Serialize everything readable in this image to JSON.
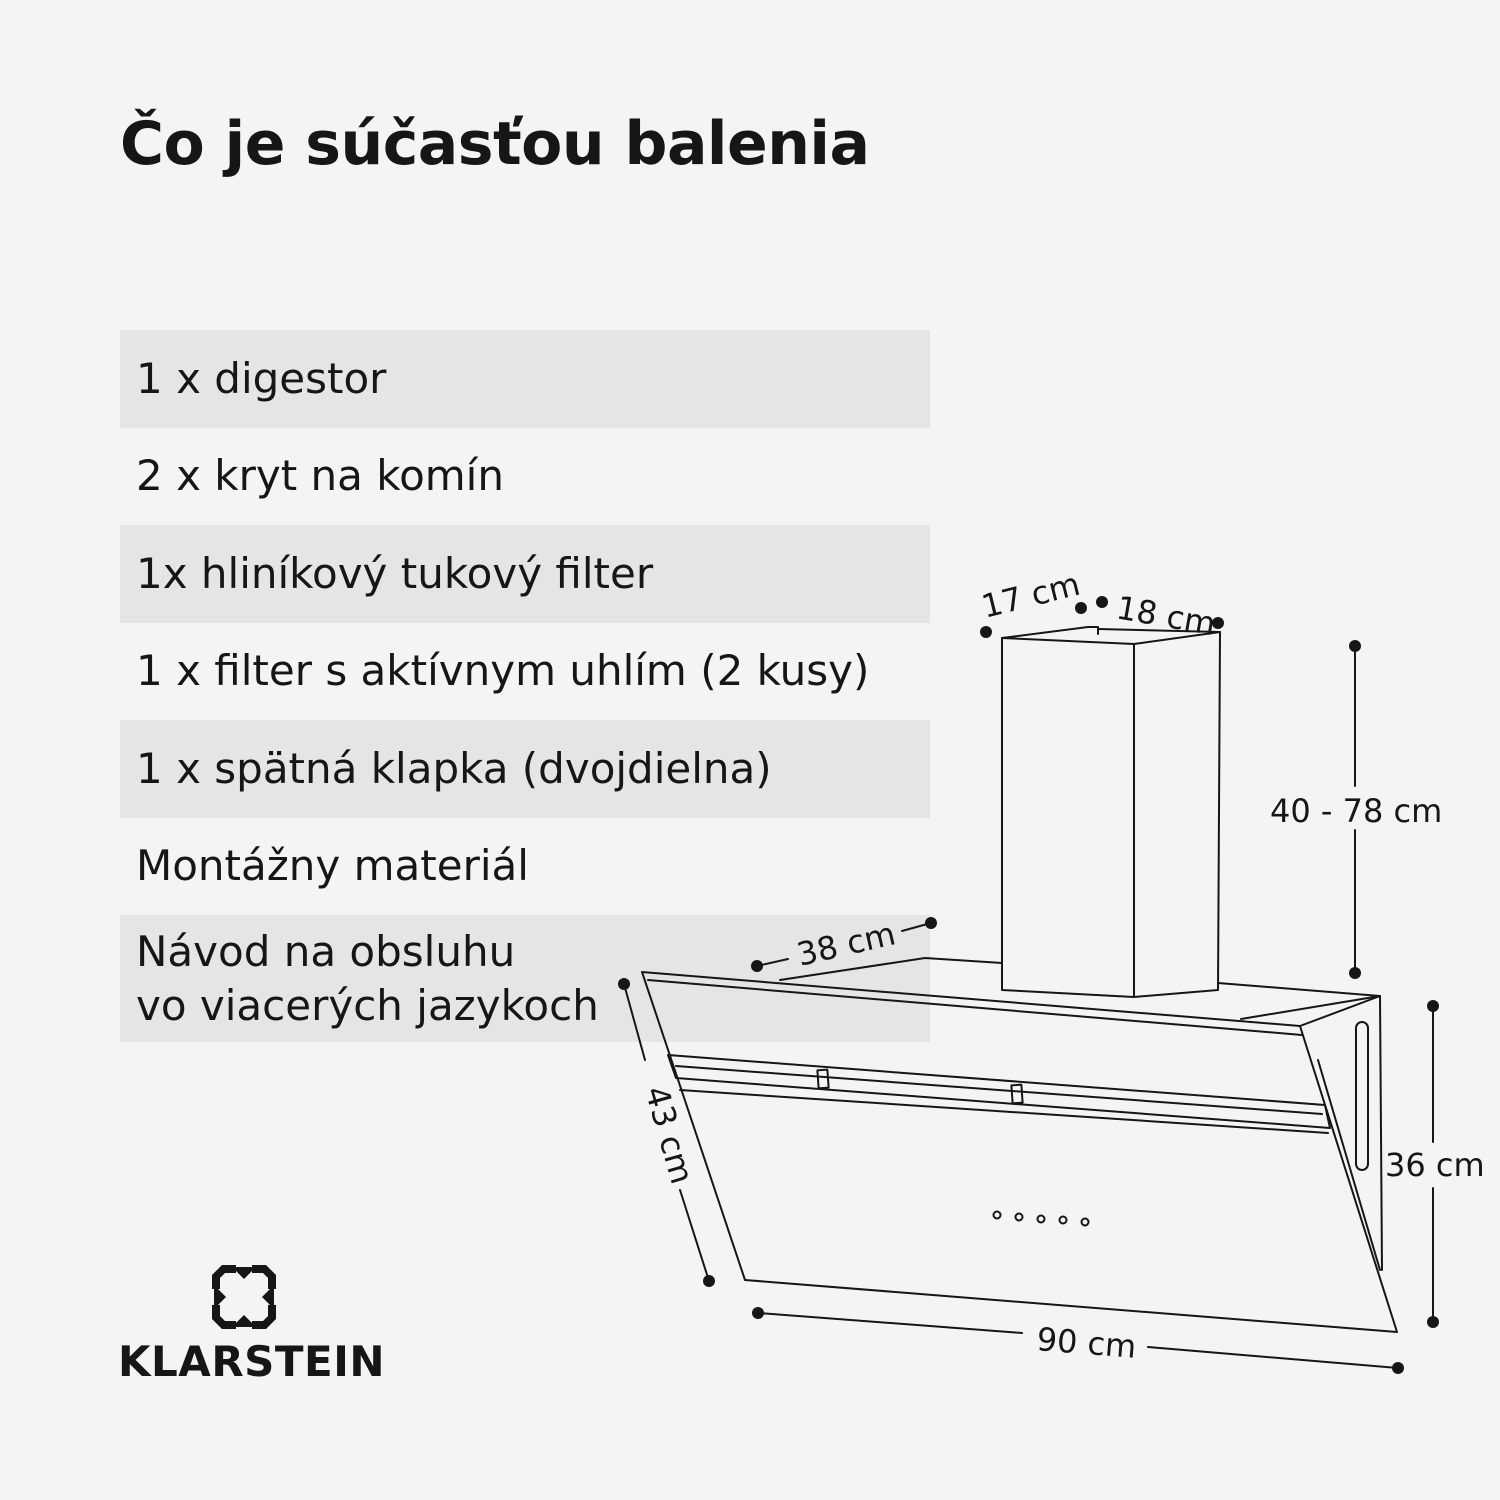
{
  "title": "Čo je súčasťou balenia",
  "items": [
    {
      "text": "1 x digestor",
      "shaded": true
    },
    {
      "text": "2 x kryt na komín",
      "shaded": false
    },
    {
      "text": "1x hliníkový tukový filter",
      "shaded": true
    },
    {
      "text": "1 x filter s aktívnym uhlím (2 kusy)",
      "shaded": false
    },
    {
      "text": "1 x spätná klapka (dvojdielna)",
      "shaded": true
    },
    {
      "text": "Montážny materiál",
      "shaded": false
    },
    {
      "text": "Návod na obsluhu\nvo viacerých jazykoch",
      "shaded": true
    }
  ],
  "dimensions": {
    "chimney_depth": "17 cm",
    "chimney_width": "18 cm",
    "chimney_height": "40 - 78 cm",
    "hood_depth_top": "38 cm",
    "hood_glass_depth": "43 cm",
    "hood_height": "36 cm",
    "hood_width": "90 cm"
  },
  "brand": {
    "name": "KLARSTEIN",
    "icon": "klarstein-logo-icon"
  }
}
